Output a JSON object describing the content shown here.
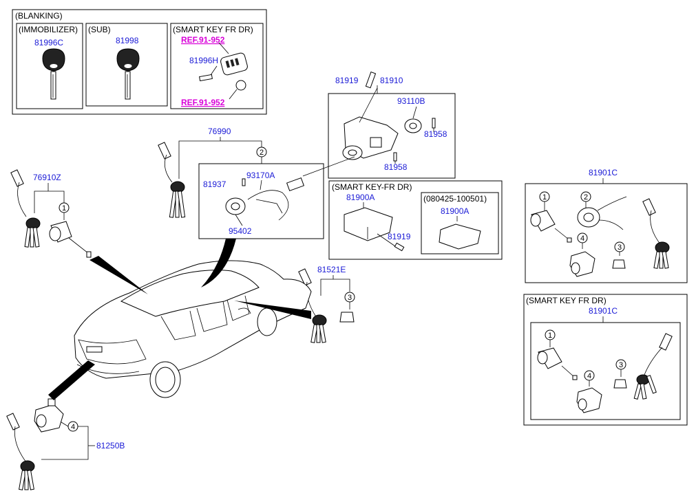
{
  "headers": {
    "blanking": "(BLANKING)",
    "immobilizer": "(IMMOBILIZER)",
    "sub": "(SUB)",
    "smart_key_fr_dr_top": "(SMART KEY FR DR)",
    "smart_key_fr_dr_mid": "(SMART KEY-FR DR)",
    "date_range": "(080425-100501)",
    "smart_key_fr_dr_bottom": "(SMART KEY FR DR)"
  },
  "part_numbers": {
    "p81996C": "81996C",
    "p81998": "81998",
    "p81996H": "81996H",
    "p81919_top": "81919",
    "p81910": "81910",
    "p93110B": "93110B",
    "p81958_a": "81958",
    "p81958_b": "81958",
    "p76990": "76990",
    "p76910Z": "76910Z",
    "p81937": "81937",
    "p93170A": "93170A",
    "p95402": "95402",
    "p81900A_a": "81900A",
    "p81900A_b": "81900A",
    "p81919_mid": "81919",
    "p81901C_a": "81901C",
    "p81901C_b": "81901C",
    "p81521E": "81521E",
    "p81250B": "81250B"
  },
  "refs": {
    "ref_a": "REF.91-952",
    "ref_b": "REF.91-952"
  },
  "callouts": {
    "c1": "1",
    "c2": "2",
    "c3": "3",
    "c4": "4"
  },
  "colors": {
    "part_number": "#1a1ad6",
    "reference": "#d800d8",
    "line": "#000000"
  }
}
